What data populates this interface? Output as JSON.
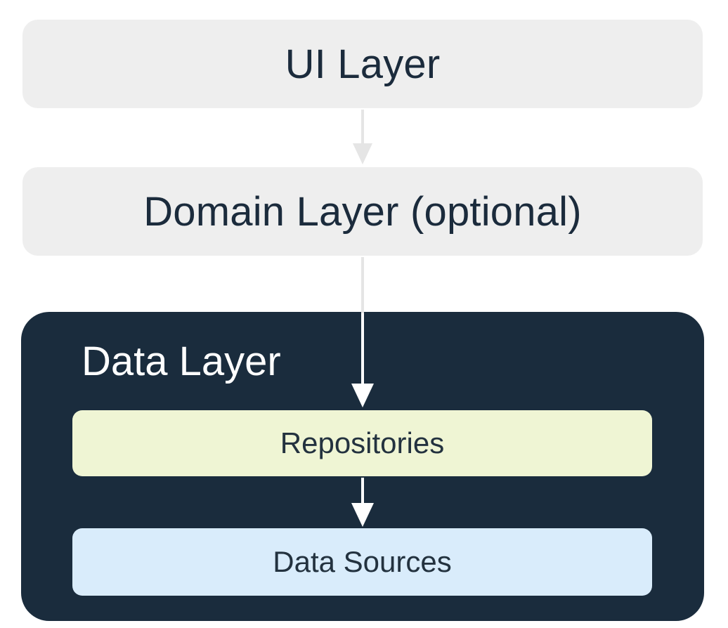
{
  "layers": {
    "ui": {
      "label": "UI Layer"
    },
    "domain": {
      "label": "Domain Layer (optional)"
    },
    "data": {
      "label": "Data Layer",
      "repositories": {
        "label": "Repositories"
      },
      "data_sources": {
        "label": "Data Sources"
      }
    }
  },
  "colors": {
    "outer_box_bg": "#eeeeee",
    "data_layer_bg": "#1a2c3d",
    "repositories_bg": "#eff5d4",
    "data_sources_bg": "#d9ecfb",
    "text_dark": "#1b2b3c",
    "arrow_light": "#e5e5e5",
    "arrow_white": "#ffffff"
  },
  "connections": [
    {
      "from": "UI Layer",
      "to": "Domain Layer (optional)"
    },
    {
      "from": "Domain Layer (optional)",
      "to": "Repositories"
    },
    {
      "from": "Repositories",
      "to": "Data Sources"
    }
  ]
}
